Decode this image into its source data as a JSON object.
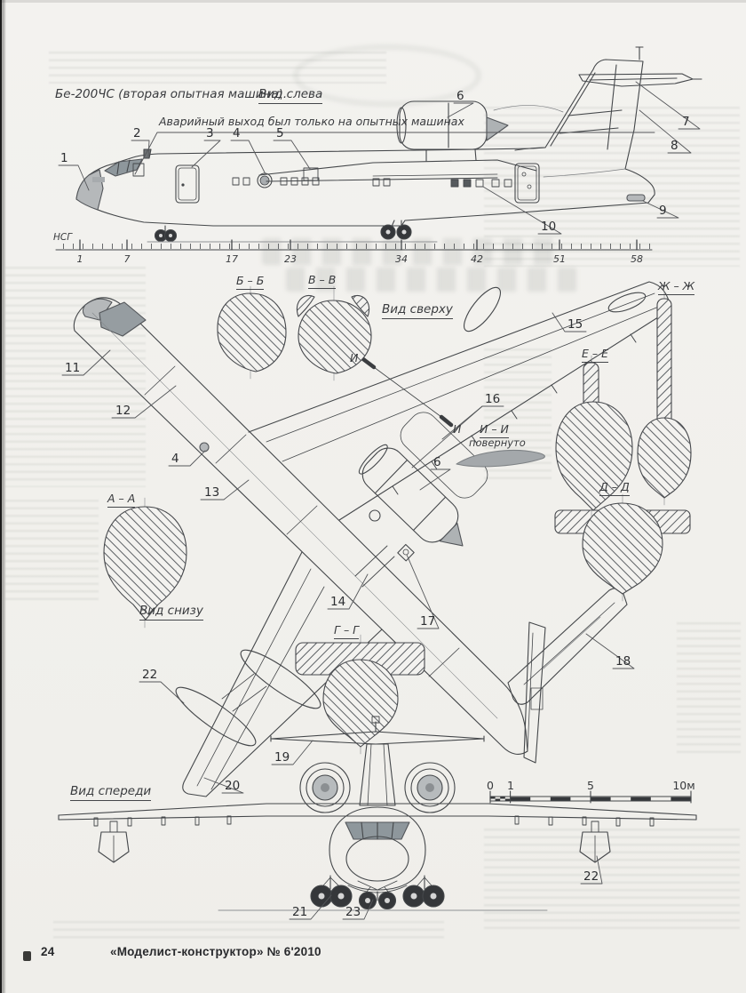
{
  "page": {
    "colors": {
      "paper": "#f1f0ec",
      "ink": "#44474a",
      "shade": "#b5b8ba"
    },
    "footer": {
      "page_number": "24",
      "magazine_title": "«Моделист-конструктор» № 6'2010"
    }
  },
  "drawing": {
    "title": "Бе-200ЧС (вторая опытная машина).",
    "title_view": "Вид слева",
    "note": "Аварийный выход был только на опытных машинах",
    "view_labels": {
      "top": "Вид сверху",
      "bottom": "Вид снизу",
      "front": "Вид спереди"
    },
    "section_labels": {
      "a": "А – А",
      "b": "Б – Б",
      "v": "В – В",
      "g": "Г – Г",
      "d": "Д – Д",
      "e": "Е – Е",
      "zh": "Ж – Ж",
      "i": "И – И",
      "i_note": "повернуто",
      "i_cut": "И"
    },
    "stations_ruler": {
      "label": "НСГ",
      "ticks": [
        "1",
        "7",
        "17",
        "23",
        "34",
        "42",
        "51",
        "58"
      ]
    },
    "scale_bar": {
      "labels": [
        "0",
        "1",
        "5",
        "10м"
      ]
    },
    "callouts": {
      "c1": "1",
      "c2": "2",
      "c3": "3",
      "c4": "4",
      "c5": "5",
      "c6": "6",
      "c7": "7",
      "c8": "8",
      "c9": "9",
      "c10": "10",
      "c11": "11",
      "c12": "12",
      "c4_top": "4",
      "c13": "13",
      "c14": "14",
      "c15": "15",
      "c16": "16",
      "c6_bottom": "6",
      "c17": "17",
      "c18": "18",
      "c19": "19",
      "c20": "20",
      "c21": "21",
      "c22_bottom": "22",
      "c22_front": "22",
      "c23": "23"
    }
  }
}
